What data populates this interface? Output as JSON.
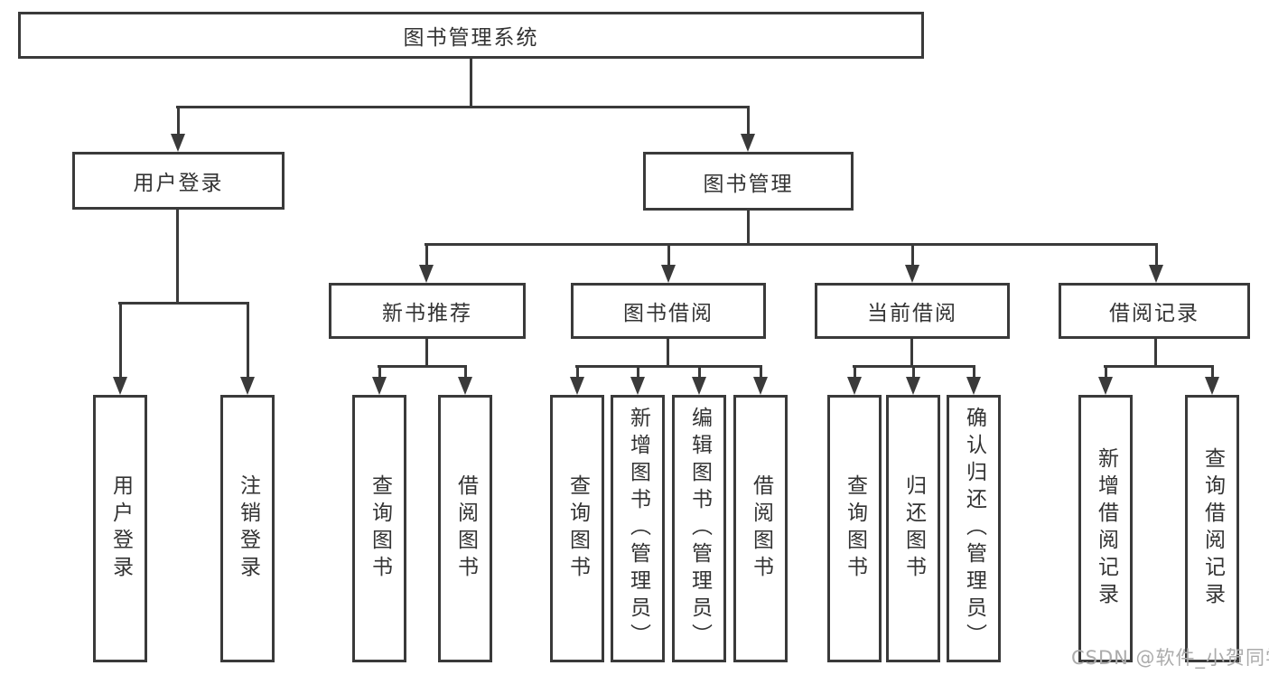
{
  "diagram": {
    "type": "tree",
    "title": "图书管理系统",
    "watermark": "CSDN @软件_小贺同学",
    "colors": {
      "line": "#3a3a3a",
      "text": "#333333",
      "background": "#ffffff",
      "watermark": "#ababab"
    },
    "nodes": {
      "root": {
        "label": "图书管理系统"
      },
      "user_login": {
        "label": "用户登录"
      },
      "book_mgmt": {
        "label": "图书管理"
      },
      "new_book_rec": {
        "label": "新书推荐"
      },
      "book_borrow": {
        "label": "图书借阅"
      },
      "current_borrow": {
        "label": "当前借阅"
      },
      "borrow_record": {
        "label": "借阅记录"
      },
      "leaf_user_login": {
        "label": "用户登录"
      },
      "leaf_logout": {
        "label": "注销登录"
      },
      "leaf_nbr_query_books": {
        "label": "查询图书"
      },
      "leaf_nbr_borrow_books": {
        "label": "借阅图书"
      },
      "leaf_bb_query_books": {
        "label": "查询图书"
      },
      "leaf_bb_add_books_admin": {
        "label": "新增图书（管理员）"
      },
      "leaf_bb_edit_books_admin": {
        "label": "编辑图书（管理员）"
      },
      "leaf_bb_borrow_books": {
        "label": "借阅图书"
      },
      "leaf_cb_query_books": {
        "label": "查询图书"
      },
      "leaf_cb_return_books": {
        "label": "归还图书"
      },
      "leaf_cb_confirm_return_admin": {
        "label": "确认归还（管理员）"
      },
      "leaf_br_add_record": {
        "label": "新增借阅记录"
      },
      "leaf_br_query_record": {
        "label": "查询借阅记录"
      }
    },
    "hierarchy": {
      "图书管理系统": {
        "用户登录": [
          "用户登录",
          "注销登录"
        ],
        "图书管理": {
          "新书推荐": [
            "查询图书",
            "借阅图书"
          ],
          "图书借阅": [
            "查询图书",
            "新增图书（管理员）",
            "编辑图书（管理员）",
            "借阅图书"
          ],
          "当前借阅": [
            "查询图书",
            "归还图书",
            "确认归还（管理员）"
          ],
          "借阅记录": [
            "新增借阅记录",
            "查询借阅记录"
          ]
        }
      }
    }
  }
}
